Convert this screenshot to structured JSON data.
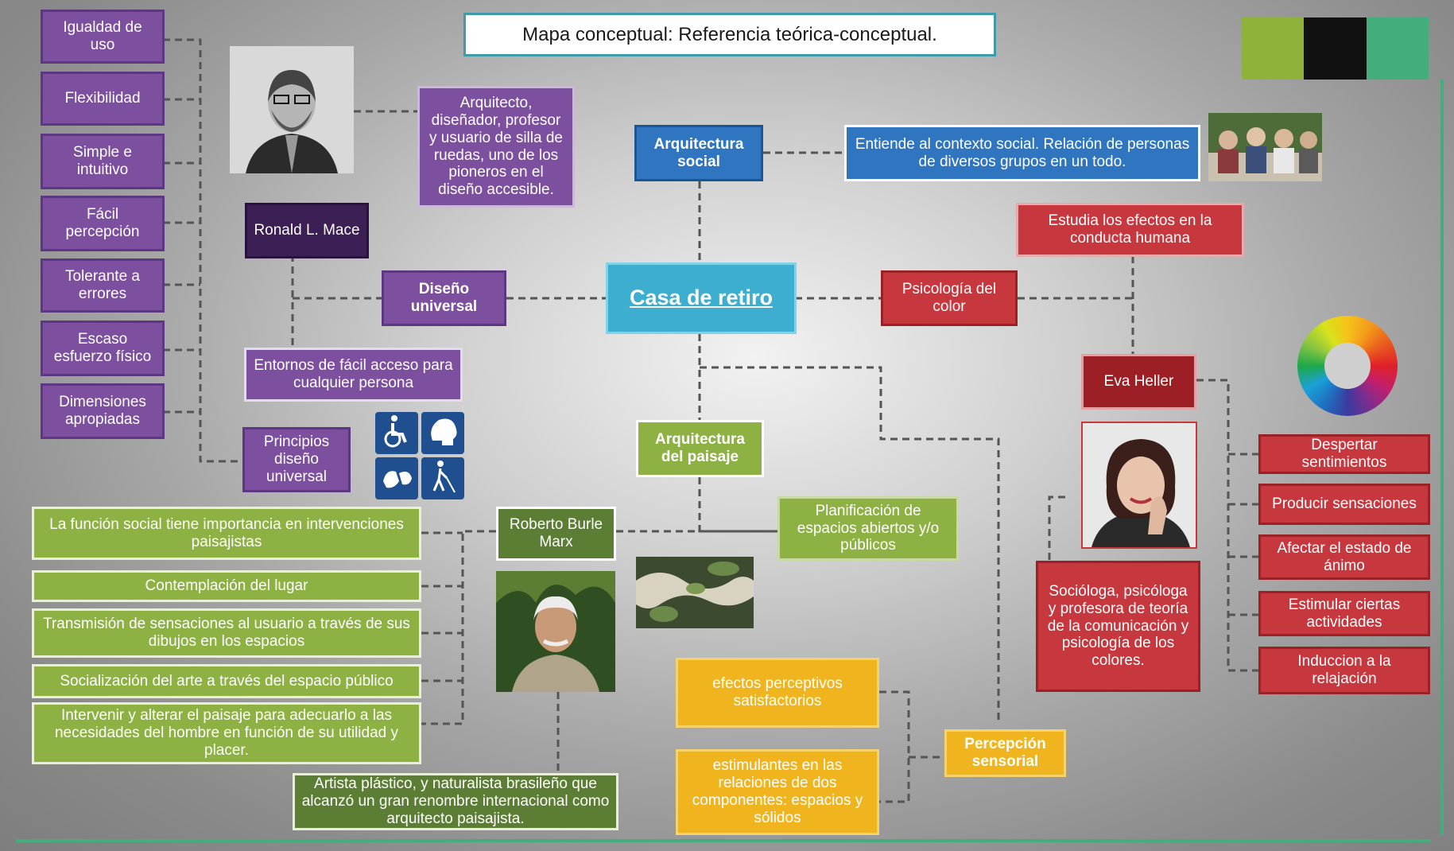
{
  "title": "Mapa conceptual: Referencia teórica-conceptual.",
  "center": "Casa de retiro",
  "colors": {
    "purple": "#7c4f9f",
    "green": "#8db143",
    "red": "#c7383e",
    "blue": "#3075bf",
    "yellow": "#f0b51e",
    "accent": "#3daed0"
  },
  "universal": {
    "principles": [
      "Igualdad de uso",
      "Flexibilidad",
      "Simple e intuitivo",
      "Fácil percepción",
      "Tolerante a errores",
      "Escaso esfuerzo físico",
      "Dimensiones apropiadas"
    ],
    "mace_desc": "Arquitecto, diseñador, profesor y usuario de silla de ruedas, uno de los pioneros en el diseño accesible.",
    "mace_name": "Ronald L. Mace",
    "diseno": "Diseño universal",
    "entornos": "Entornos de fácil acceso para cualquier persona",
    "principios": "Principios diseño universal",
    "icons": [
      "wheelchair-icon",
      "brain-icon",
      "sign-language-icon",
      "blind-person-icon"
    ]
  },
  "social": {
    "label": "Arquitectura social",
    "desc": "Entiende al contexto social. Relación de personas de diversos grupos en un todo."
  },
  "color": {
    "estudia": "Estudia los efectos en la conducta humana",
    "psicologia": "Psicología del color",
    "heller": "Eva Heller",
    "heller_desc": "Socióloga, psicóloga y profesora de teoría de la comunicación y psicología de los colores.",
    "effects": [
      "Despertar sentimientos",
      "Producir sensaciones",
      "Afectar el estado de ánimo",
      "Estimular ciertas actividades",
      "Induccion a la relajación"
    ]
  },
  "paisaje": {
    "label": "Arquitectura del paisaje",
    "planificacion": "Planificación de espacios abiertos y/o públicos",
    "burle": "Roberto Burle Marx",
    "burle_desc": "Artista plástico, y naturalista brasileño que alcanzó un gran renombre internacional como arquitecto paisajista.",
    "ideas": [
      "La función social tiene importancia en intervenciones paisajistas",
      "Contemplación del lugar",
      "Transmisión de sensaciones al usuario a través de sus dibujos en los espacios",
      "Socialización del arte a través del espacio público",
      "Intervenir y alterar el paisaje para adecuarlo a las necesidades del hombre en función de su utilidad y placer."
    ]
  },
  "percepcion": {
    "label": "Percepción sensorial",
    "items": [
      "efectos perceptivos satisfactorios",
      "estimulantes en las relaciones de dos componentes: espacios y sólidos"
    ]
  }
}
